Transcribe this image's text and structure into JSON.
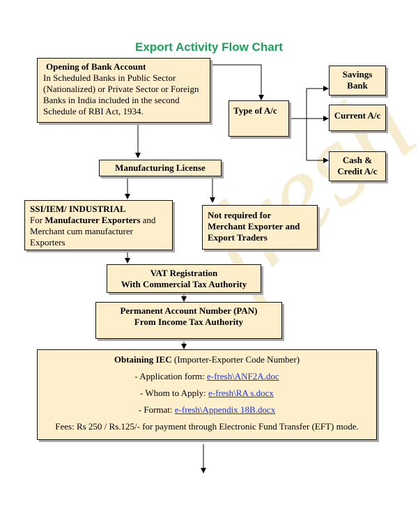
{
  "title": "Export Activity Flow Chart",
  "watermark": "fresh",
  "colors": {
    "title": "#1fa05a",
    "box_fill": "#fdeec8",
    "link": "#1a35d4"
  },
  "bank_box": {
    "heading": "Opening of Bank Account",
    "lines": [
      "In Scheduled Banks in Public Sector",
      "(Nationalized) or Private Sector or Foreign",
      "Banks in India included in the second",
      "Schedule of RBI Act, 1934."
    ]
  },
  "type_box": {
    "label": "Type of A/c"
  },
  "account_types": [
    {
      "line1": "Savings",
      "line2": "Bank"
    },
    {
      "line1": "Current A/c",
      "line2": ""
    },
    {
      "line1": "Cash &",
      "line2": "Credit A/c"
    }
  ],
  "license_box": {
    "label": "Manufacturing License"
  },
  "ssi_box": {
    "heading": "SSI/IEM/ INDUSTRIAL",
    "line2_prefix": "For ",
    "line2_bold": "Manufacturer Exporters",
    "line2_suffix": " and",
    "line3": "Merchant cum manufacturer",
    "line4": "Exporters"
  },
  "not_required_box": {
    "lines": [
      "Not required for",
      "Merchant Exporter and",
      "Export Traders"
    ]
  },
  "vat_box": {
    "line1": "VAT Registration",
    "line2": "With Commercial Tax Authority"
  },
  "pan_box": {
    "line1": "Permanent Account Number (PAN)",
    "line2": "From Income Tax Authority"
  },
  "iec_box": {
    "heading_bold": "Obtaining IEC",
    "heading_rest": " (Importer-Exporter Code Number)",
    "items": [
      {
        "prefix": "- Application form: ",
        "link": "e-fresh\\ANF2A.doc"
      },
      {
        "prefix": "- Whom to Apply: ",
        "link": "e-fresh\\RA s.docx"
      },
      {
        "prefix": "- Format: ",
        "link": "e-fresh\\Appendix 18B.docx"
      }
    ],
    "fees": "Fees: Rs 250 / Rs.125/- for payment through Electronic Fund Transfer (EFT) mode."
  }
}
